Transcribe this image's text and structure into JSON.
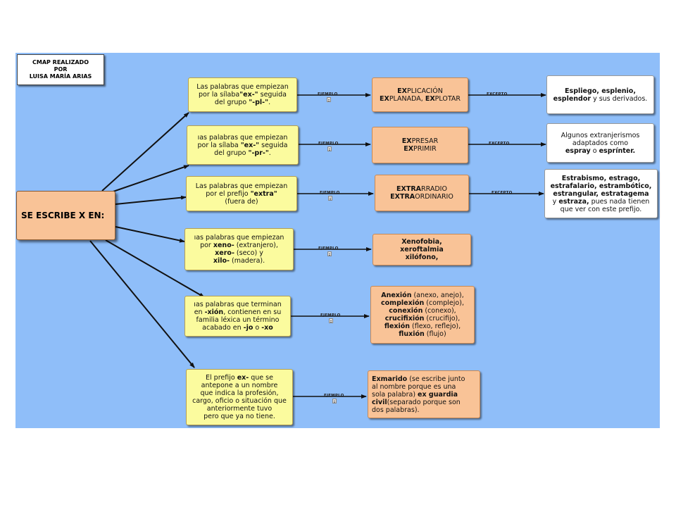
{
  "title_lines": [
    "CMAP REALIZADO",
    "POR",
    "LUISA MARÍA ARIAS"
  ],
  "root": "SE ESCRIBE X EN:",
  "labels": {
    "example": "EJEMPLO",
    "except": "EXCEPTO"
  },
  "branches": [
    {
      "rule": [
        [
          "Las palabras que empiezan"
        ],
        [
          "por la sílaba",
          {
            "b": "\"ex-\""
          },
          " seguida"
        ],
        [
          "del grupo ",
          {
            "b": "\"-pl-\""
          },
          "."
        ]
      ],
      "example": [
        [
          {
            "b": "EX"
          },
          "PLICACIÓN"
        ],
        [
          {
            "b": "EX"
          },
          "PLANADA, ",
          {
            "b": "EX"
          },
          "PLOTAR"
        ]
      ],
      "exception": [
        [
          {
            "b": "Espliego, esplenio,"
          }
        ],
        [
          {
            "b": "esplendor"
          },
          " y sus derivados."
        ]
      ]
    },
    {
      "rule": [
        [
          "ıas palabras que empiezan"
        ],
        [
          "por la sílaba ",
          {
            "b": "\"ex-\""
          },
          " seguida"
        ],
        [
          "del grupo ",
          {
            "b": "\"-pr-\""
          },
          "."
        ]
      ],
      "example": [
        [
          {
            "b": "EX"
          },
          "PRESAR"
        ],
        [
          {
            "b": "EX"
          },
          "PRIMIR"
        ]
      ],
      "exception": [
        [
          "Algunos extranjerismos"
        ],
        [
          "adaptados como"
        ],
        [
          {
            "b": "espray"
          },
          " o ",
          {
            "b": "esprínter."
          }
        ]
      ]
    },
    {
      "rule": [
        [
          "Las palabras que empiezan"
        ],
        [
          "por el prefijo ",
          {
            "b": "\"extra\""
          }
        ],
        [
          "(fuera de)"
        ]
      ],
      "example": [
        [
          {
            "b": "EXTRA"
          },
          "RRADIO"
        ],
        [
          {
            "b": "EXTRA"
          },
          "ORDINARIO"
        ]
      ],
      "exception": [
        [
          {
            "b": "Estrabismo, estrago,"
          }
        ],
        [
          {
            "b": "estrafalario, estrambótico,"
          }
        ],
        [
          {
            "b": "estrangular, estratagema"
          }
        ],
        [
          "y ",
          {
            "b": "estraza,"
          },
          " pues nada tienen"
        ],
        [
          "que ver con este prefijo."
        ]
      ]
    },
    {
      "rule": [
        [
          "ıas palabras que empiezan"
        ],
        [
          "por ",
          {
            "b": "xeno-"
          },
          " (extranjero),"
        ],
        [
          {
            "b": "xero-"
          },
          " (seco) y"
        ],
        [
          {
            "b": "xilo-"
          },
          " (madera)."
        ]
      ],
      "example": [
        [
          {
            "b": "Xenofobia,"
          }
        ],
        [
          {
            "b": "xeroftalmia"
          }
        ],
        [
          {
            "b": "xilófono,"
          }
        ]
      ]
    },
    {
      "rule": [
        [
          "ıas palabras que terminan"
        ],
        [
          "en ",
          {
            "b": "-xión"
          },
          ", contienen en su"
        ],
        [
          "familia léxica un término"
        ],
        [
          "acabado en ",
          {
            "b": "-jo"
          },
          " o ",
          {
            "b": "-xo"
          }
        ]
      ],
      "example": [
        [
          {
            "b": "Anexión"
          },
          " (anexo, anejo),"
        ],
        [
          {
            "b": "complexión"
          },
          " (complejo),"
        ],
        [
          {
            "b": "conexión"
          },
          " (conexo),"
        ],
        [
          {
            "b": "crucifixión"
          },
          " (crucifijo),"
        ],
        [
          {
            "b": "flexión"
          },
          " (flexo, reflejo),"
        ],
        [
          {
            "b": "fluxión"
          },
          " (flujo)"
        ]
      ]
    },
    {
      "rule": [
        [
          "El prefijo ",
          {
            "b": "ex-"
          },
          " que se"
        ],
        [
          "antepone a un nombre"
        ],
        [
          "que indica la profesión,"
        ],
        [
          "cargo, oficio o situación que"
        ],
        [
          "anteriormente tuvo"
        ],
        [
          "pero que ya no tiene."
        ]
      ],
      "example": [
        [
          {
            "b": "Exmarido"
          },
          " (se escribe junto"
        ],
        [
          "al nombre porque es una"
        ],
        [
          "sola palabra) ",
          {
            "b": "ex guardia"
          }
        ],
        [
          {
            "b": "civil"
          },
          "(separado porque son"
        ],
        [
          "dos palabras)."
        ]
      ]
    }
  ]
}
